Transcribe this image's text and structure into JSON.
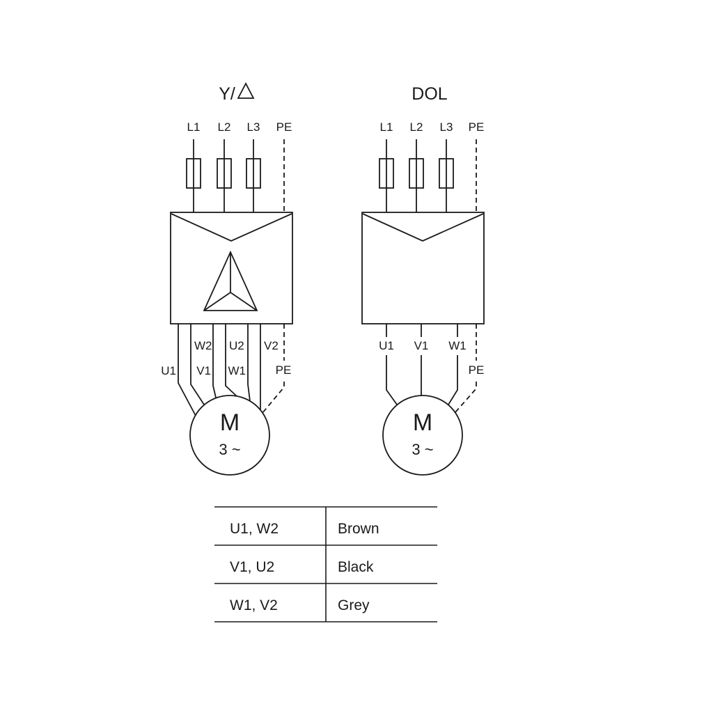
{
  "colors": {
    "ink": "#1a1a1a",
    "background": "#ffffff"
  },
  "star_delta": {
    "title": "Y/",
    "terminals": {
      "l1": "L1",
      "l2": "L2",
      "l3": "L3",
      "pe": "PE"
    },
    "upper_leads": {
      "w2": "W2",
      "u2": "U2",
      "v2": "V2"
    },
    "lower_leads": {
      "u1": "U1",
      "v1": "V1",
      "w1": "W1",
      "pe": "PE"
    },
    "motor": {
      "letter": "M",
      "phase": "3 ~"
    }
  },
  "dol": {
    "title": "DOL",
    "terminals": {
      "l1": "L1",
      "l2": "L2",
      "l3": "L3",
      "pe": "PE"
    },
    "leads": {
      "u1": "U1",
      "v1": "V1",
      "w1": "W1",
      "pe": "PE"
    },
    "motor": {
      "letter": "M",
      "phase": "3 ~"
    }
  },
  "wire_color_table": {
    "rows": [
      {
        "terminals": "U1, W2",
        "color": "Brown"
      },
      {
        "terminals": "V1, U2",
        "color": "Black"
      },
      {
        "terminals": "W1, V2",
        "color": "Grey"
      }
    ]
  }
}
